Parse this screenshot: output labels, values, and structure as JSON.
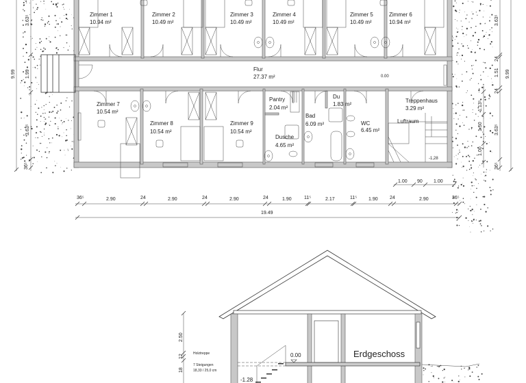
{
  "plan": {
    "rooms": [
      {
        "name": "Zimmer 1",
        "area": "10.94 m²"
      },
      {
        "name": "Zimmer 2",
        "area": "10.49 m²"
      },
      {
        "name": "Zimmer 3",
        "area": "10.49 m²"
      },
      {
        "name": "Zimmer 4",
        "area": "10.49 m²"
      },
      {
        "name": "Zimmer 5",
        "area": "10.49 m²"
      },
      {
        "name": "Zimmer 6",
        "area": "10.94 m²"
      },
      {
        "name": "Flur",
        "area": "27.37 m²"
      },
      {
        "name": "Zimmer 7",
        "area": "10.54 m²"
      },
      {
        "name": "Pantry",
        "area": "2.04 m²"
      },
      {
        "name": "Du",
        "area": "1.83 m²"
      },
      {
        "name": "Treppenhaus",
        "area": "3.29 m²"
      },
      {
        "name": "Bad",
        "area": "6.09 m²"
      },
      {
        "name": "Zimmer 8",
        "area": "10.54 m²"
      },
      {
        "name": "Zimmer 9",
        "area": "10.54 m²"
      },
      {
        "name": "WC",
        "area": "6.45 m²"
      },
      {
        "name": "Dusche",
        "area": "4.65 m²"
      }
    ],
    "luftraum": "Luftraum",
    "level_floor": "0.00",
    "level_stair": "-1,28",
    "dims_bottom": [
      "36⁵",
      "2.90",
      "24",
      "2.90",
      "24",
      "2.90",
      "24",
      "1.90",
      "11⁵",
      "2.17",
      "11⁵",
      "1.90",
      "24",
      "2.90",
      "36⁵"
    ],
    "dim_total": "19.49",
    "dims_stair": [
      "1.00",
      "90",
      "1.00"
    ],
    "dims_left": [
      "3.63⁵",
      "1.99",
      "3.63⁵",
      "36⁵"
    ],
    "dim_left_total": "9.99",
    "dims_right": [
      "3.63⁵",
      "24",
      "1.51",
      "24",
      "3.63⁵",
      "36⁵"
    ],
    "dim_right_total": "9.99",
    "dims_right_stair": [
      "1.13⁵",
      "1.50",
      "1.00"
    ]
  },
  "section": {
    "title": "Erdgeschoss",
    "level_ground": "0.00",
    "level_basement": "-1.28",
    "dims": [
      "2.50",
      "12",
      "18"
    ],
    "stair_label": "Holztreppe",
    "stair_steps": "7 Steigungen",
    "stair_ratio": "18,33 / 25,0 cm"
  }
}
